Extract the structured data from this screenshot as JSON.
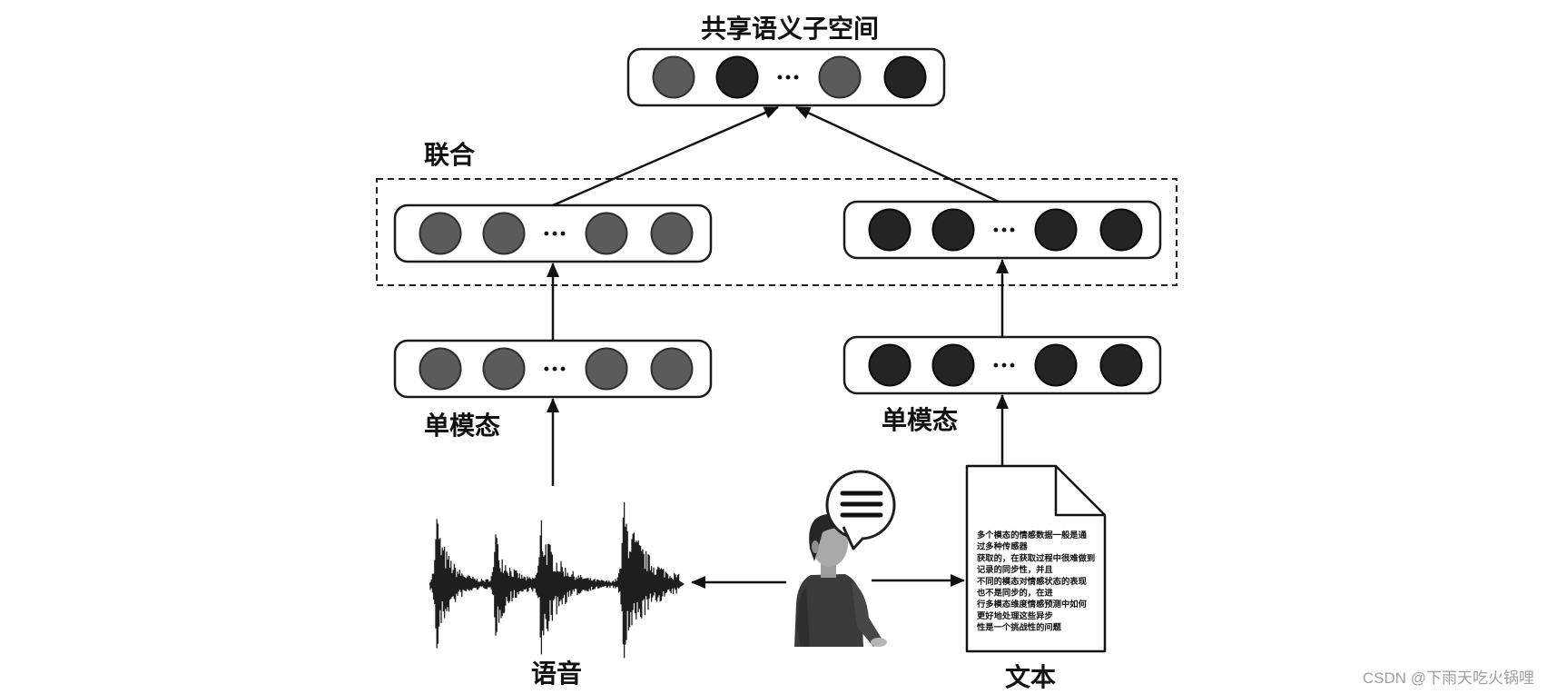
{
  "title": "共享语义子空间",
  "labels": {
    "joint": "联合",
    "unimodal_speech": "单模态",
    "unimodal_text": "单模态",
    "speech": "语音",
    "text": "文本",
    "ellipsis": "···"
  },
  "vectors": {
    "shared": {
      "nodes": [
        "gray",
        "dark",
        "gray",
        "dark"
      ]
    },
    "speech_joint": {
      "nodes": [
        "gray",
        "gray",
        "gray",
        "gray"
      ]
    },
    "text_joint": {
      "nodes": [
        "dark",
        "dark",
        "dark",
        "dark"
      ]
    },
    "speech_unimodal": {
      "nodes": [
        "gray",
        "gray",
        "gray",
        "gray"
      ]
    },
    "text_unimodal": {
      "nodes": [
        "dark",
        "dark",
        "dark",
        "dark"
      ]
    }
  },
  "colors": {
    "gray": "#5b5b5b",
    "dark": "#242424",
    "line": "#111111"
  },
  "document": {
    "lines": [
      "多个模态的情感数据一般是通",
      "过多种传感器",
      "获取的，在获取过程中很难做到",
      "记录的同步性，并且",
      "不同的模态对情感状态的表现",
      "也不是同步的，在进",
      "行多模态维度情感预测中如何",
      "更好地处理这些异步",
      "性是一个挑战性的问题"
    ]
  },
  "icons": {
    "person": "person-speaking-icon",
    "bubble": "speech-bubble-icon",
    "waveform": "audio-waveform-icon",
    "document": "text-document-icon"
  },
  "watermark": "CSDN @下雨天吃火锅哩"
}
